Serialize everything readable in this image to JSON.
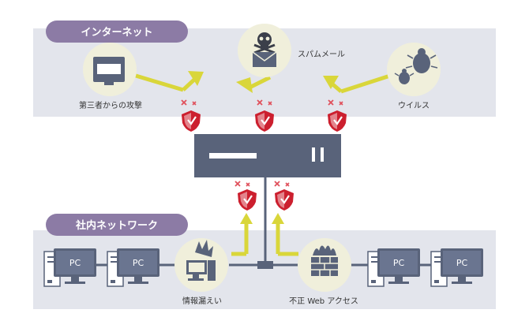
{
  "zones": {
    "internet": {
      "label": "インターネット"
    },
    "intranet": {
      "label": "社内ネットワーク"
    }
  },
  "threats": {
    "attack": {
      "label": "第三者からの攻撃",
      "icon": "attacker-icon"
    },
    "spam": {
      "label": "スパムメール",
      "icon": "spam-mail-icon"
    },
    "virus": {
      "label": "ウイルス",
      "icon": "virus-icon"
    }
  },
  "internal": {
    "leak": {
      "label": "情報漏えい",
      "icon": "info-leak-icon"
    },
    "web": {
      "label": "不正 Web アクセス",
      "icon": "firewall-icon"
    }
  },
  "pcs": [
    {
      "label": "PC"
    },
    {
      "label": "PC"
    },
    {
      "label": "PC"
    },
    {
      "label": "PC"
    }
  ],
  "colors": {
    "zone_label_bg": "#8c7ba5",
    "zone_bg": "#e3e5ec",
    "device": "#59637a",
    "arrow": "#d9d63a",
    "shield": "#cc1f2e",
    "cross": "#e0505b"
  }
}
